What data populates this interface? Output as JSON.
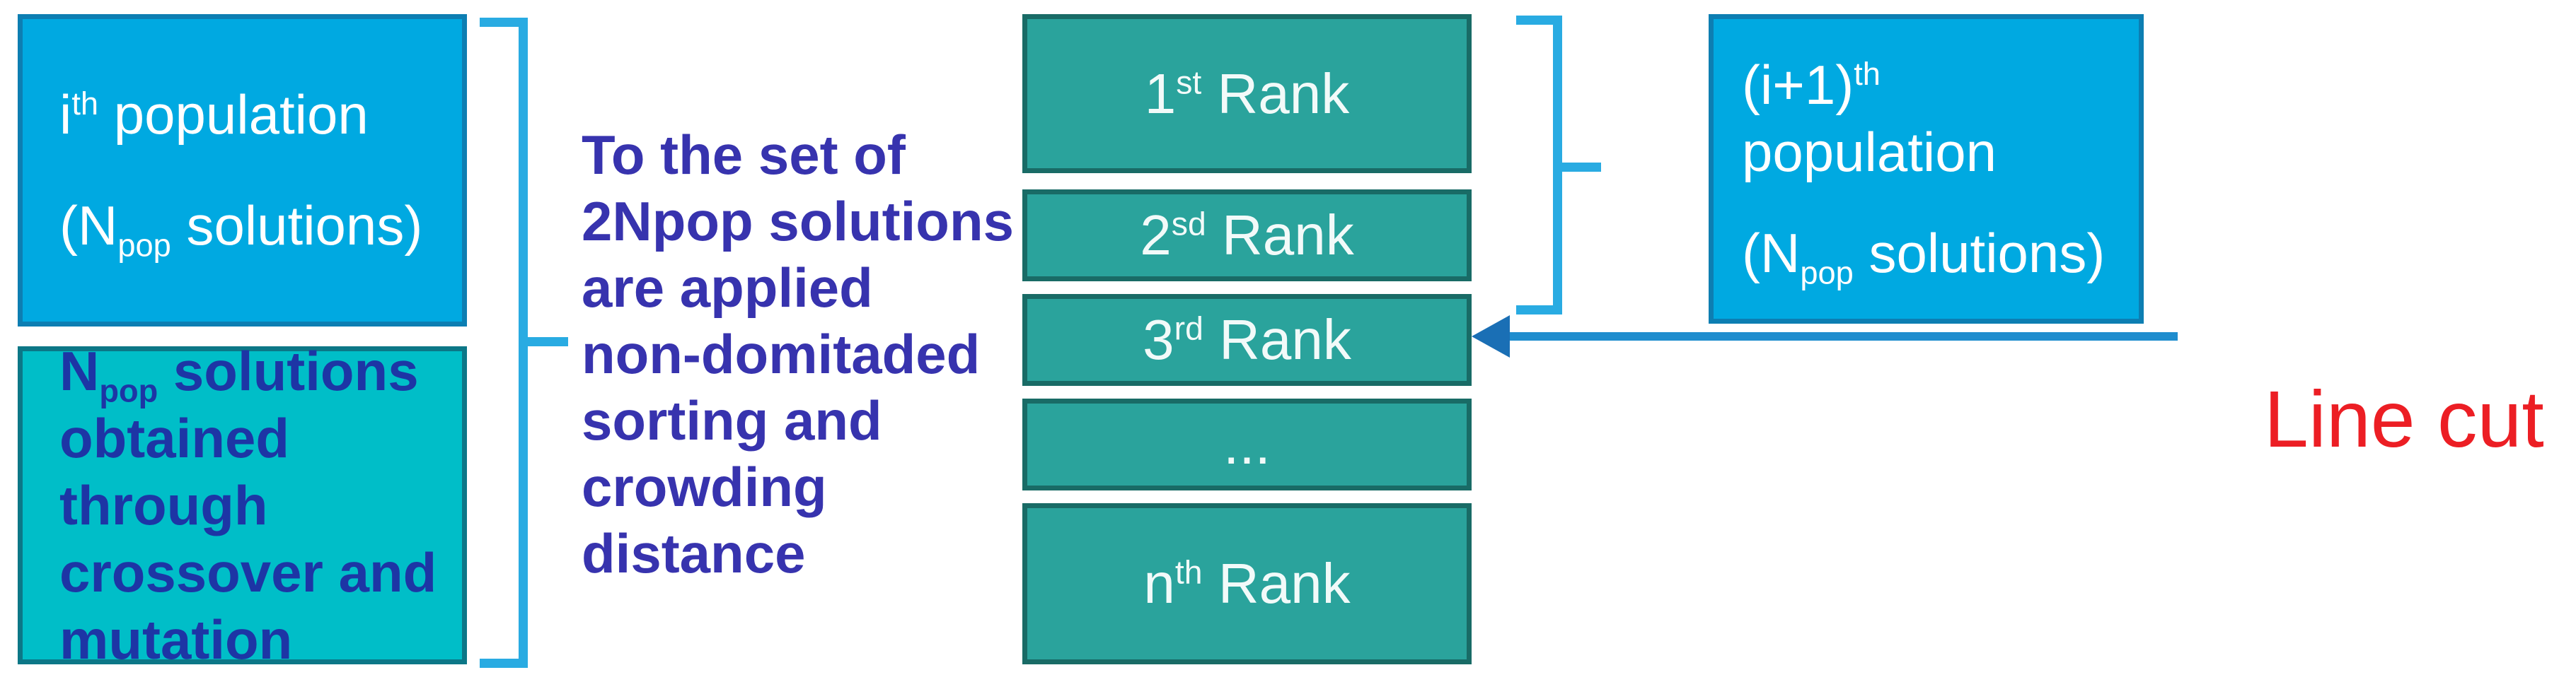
{
  "colors": {
    "box-blue": "#00A9E1",
    "box-blue-border": "#0D7EB2",
    "box-teal": "#00BEC8",
    "box-teal-border": "#0C7787",
    "rank-fill": "#2AA39C",
    "rank-border": "#196B66",
    "bracket-blue": "#29ABE2",
    "arrow-line": "#1F8DCE",
    "arrow-head": "#1A6FB5",
    "text-purple": "#3733AE",
    "text-navy": "#1D35A5",
    "text-red": "#EC1E24"
  },
  "left_column": {
    "population_box": {
      "line1": {
        "pre": "i",
        "sup": "th",
        "post": " population"
      },
      "line2": {
        "pre": "(N",
        "sub": "pop",
        "post": " solutions)"
      }
    },
    "offspring_box": {
      "line1": {
        "pre": "N",
        "sub": "pop",
        "post": " solutions"
      },
      "line2": "obtained through",
      "line3": "crossover and",
      "line4": "mutation"
    }
  },
  "middle_note": {
    "lines": [
      "To the set of",
      "2Npop solutions",
      "are applied",
      "non-domitaded",
      "sorting and",
      "crowding",
      "distance"
    ]
  },
  "rank_column": {
    "boxes": [
      {
        "pre": "1",
        "sup": "st",
        "post": " Rank"
      },
      {
        "pre": "2",
        "sup": "sd",
        "post": " Rank"
      },
      {
        "pre": "3",
        "sup": "rd",
        "post": " Rank"
      },
      {
        "pre": "...",
        "sup": "",
        "post": ""
      },
      {
        "pre": "n",
        "sup": "th",
        "post": " Rank"
      }
    ]
  },
  "right_column": {
    "next_population_box": {
      "line1": {
        "pre": "(i+1)",
        "sup": "th",
        "post": " population"
      },
      "line2": {
        "pre": "(N",
        "sub": "pop",
        "post": " solutions)"
      }
    }
  },
  "annotations": {
    "line_cut_label": "Line cut"
  }
}
